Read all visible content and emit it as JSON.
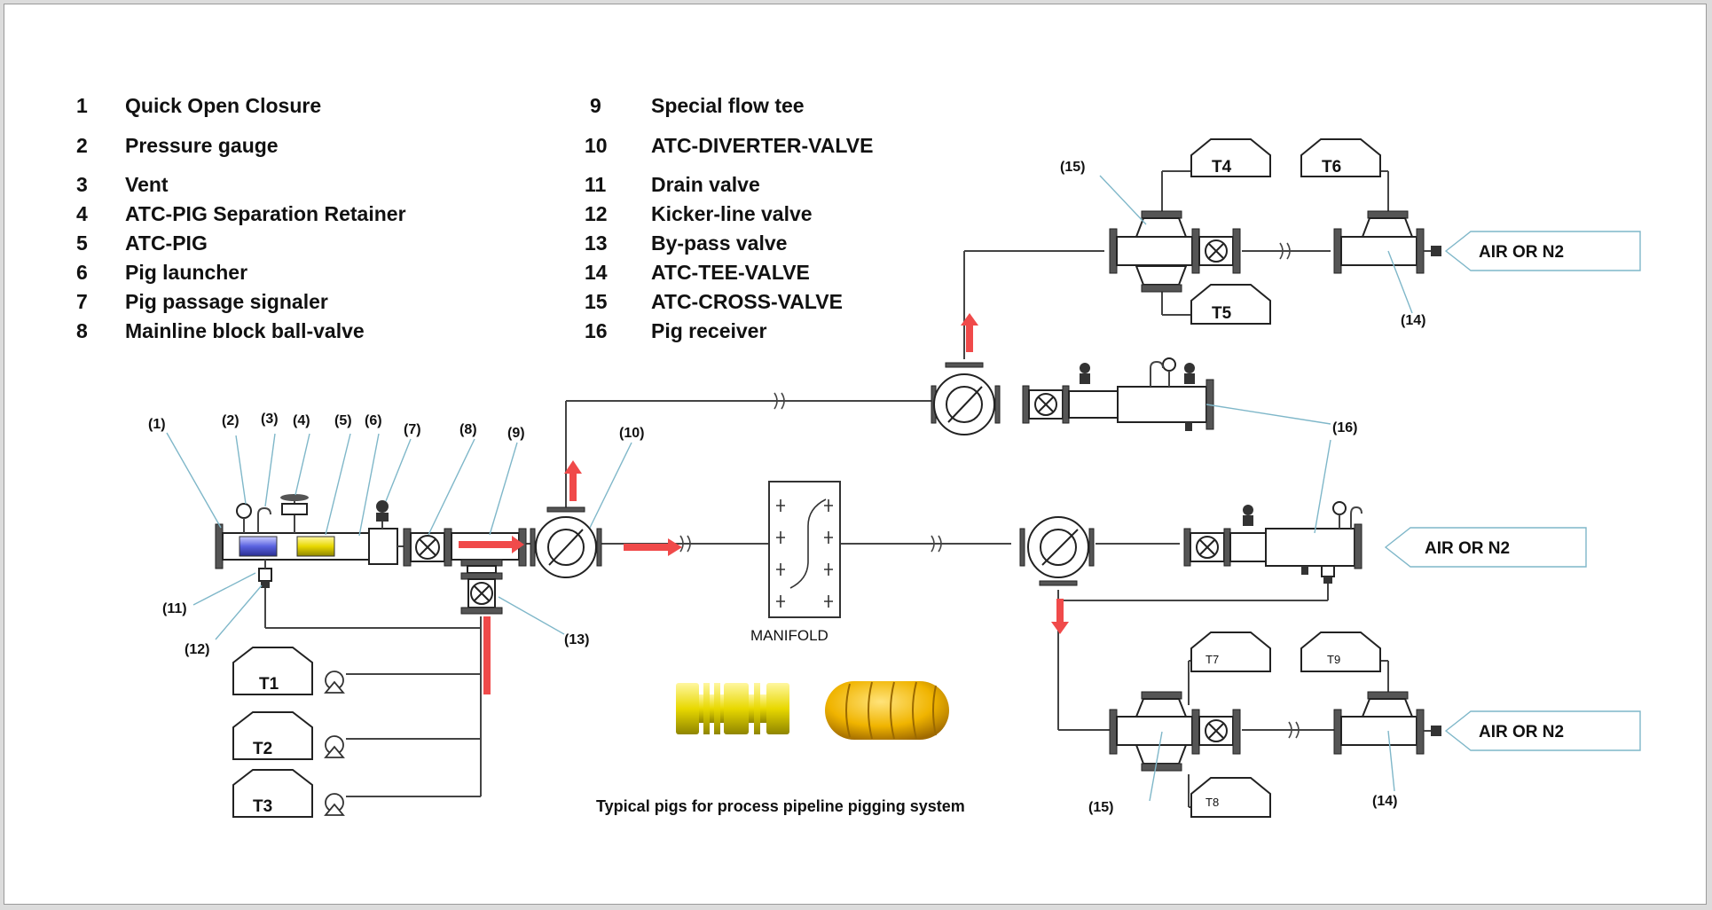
{
  "legend": [
    {
      "num": "1",
      "text": "Quick Open Closure"
    },
    {
      "num": "2",
      "text": "Pressure gauge"
    },
    {
      "num": "3",
      "text": "Vent"
    },
    {
      "num": "4",
      "text": "ATC-PIG Separation Retainer"
    },
    {
      "num": "5",
      "text": "ATC-PIG"
    },
    {
      "num": "6",
      "text": "Pig launcher"
    },
    {
      "num": "7",
      "text": "Pig passage signaler"
    },
    {
      "num": "8",
      "text": "Mainline block ball-valve"
    },
    {
      "num": "9",
      "text": "Special flow tee"
    },
    {
      "num": "10",
      "text": "ATC-DIVERTER-VALVE"
    },
    {
      "num": "11",
      "text": "Drain valve"
    },
    {
      "num": "12",
      "text": "Kicker-line valve"
    },
    {
      "num": "13",
      "text": "By-pass valve"
    },
    {
      "num": "14",
      "text": "ATC-TEE-VALVE"
    },
    {
      "num": "15",
      "text": "ATC-CROSS-VALVE"
    },
    {
      "num": "16",
      "text": "Pig receiver"
    }
  ],
  "callouts": {
    "c1": "(1)",
    "c2": "(2)",
    "c3": "(3)",
    "c4": "(4)",
    "c5": "(5)",
    "c6": "(6)",
    "c7": "(7)",
    "c8": "(8)",
    "c9": "(9)",
    "c10": "(10)",
    "c11": "(11)",
    "c12": "(12)",
    "c13": "(13)",
    "c14a": "(14)",
    "c14b": "(14)",
    "c15a": "(15)",
    "c15b": "(15)",
    "c16": "(16)"
  },
  "tanks": {
    "t1": "T1",
    "t2": "T2",
    "t3": "T3",
    "t4": "T4",
    "t5": "T5",
    "t6": "T6",
    "t7": "T7",
    "t8": "T8",
    "t9": "T9"
  },
  "labels": {
    "manifold": "MANIFOLD",
    "air1": "AIR OR N2",
    "air2": "AIR OR N2",
    "air3": "AIR OR N2",
    "caption": "Typical pigs for process pipeline  pigging system"
  },
  "colors": {
    "flow_arrow": "#f04a4a",
    "pipe": "#444444",
    "leader": "#7fb7c9",
    "pig": "#e8d800",
    "pig_retainer": "#5a62e0"
  }
}
